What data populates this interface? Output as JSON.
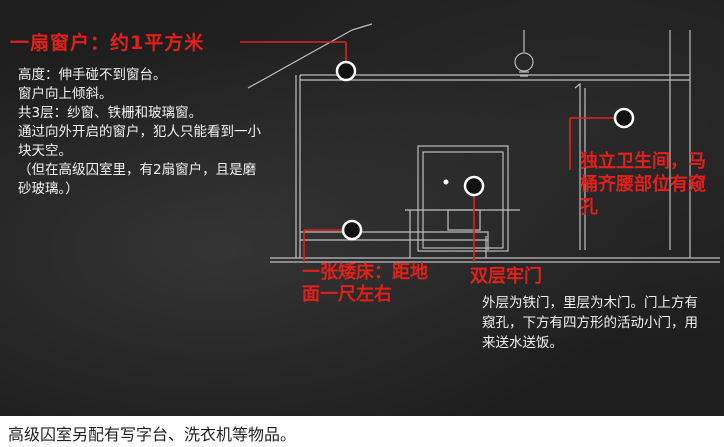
{
  "window": {
    "title": "一扇窗户：约1平方米",
    "notes": [
      "高度：伸手碰不到窗台。",
      "窗户向上倾斜。",
      "共3层：纱窗、铁栅和玻璃窗。",
      "通过向外开启的窗户，犯人只能看到一小块天空。",
      "（但在高级囚室里，有2扇窗户，且是磨砂玻璃。）"
    ]
  },
  "bathroom": {
    "text": "独立卫生间，马桶齐腰部位有窥孔"
  },
  "bed": {
    "text": "一张矮床：距地面一尺左右"
  },
  "door": {
    "title": "双层牢门",
    "notes": "外层为铁门，里层为木门。门上方有窥孔，下方有四方形的活动小门，用来送水送饭。"
  },
  "footer": {
    "text": "高级囚室另配有写字台、洗衣机等物品。"
  },
  "colors": {
    "accent": "#e0201b",
    "board": "#1e1e1e",
    "note_text": "#f2f2f2"
  }
}
